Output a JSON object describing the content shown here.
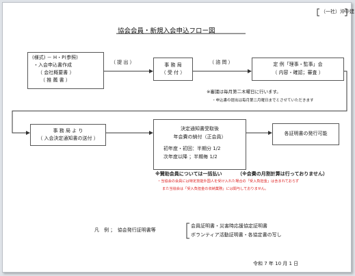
{
  "org": "（一社）沖中建",
  "title": "協会会員・新規入会申込フロー図",
  "step1": {
    "line1": "(様式) － H・P(参照)",
    "line2": "・入会申込書作成",
    "line3": "（ 会社概要書 ）",
    "line4": "（ 推 薦 書 ）"
  },
  "arrow1_label": "（ 提 出 ）",
  "step2": {
    "line1": "事 務 局",
    "line2": "（ 受 付 ）"
  },
  "arrow2_label": "（ 諮 問 ）",
  "step3": {
    "line1": "定 例「理事・監事」会",
    "line2": "（ 内容・確認；審査 ）"
  },
  "note1": "※審議は毎月第二木曜日に行います。",
  "note2": "・申込書の提出は毎月第二月曜日までとさせていただきます",
  "step4": {
    "line1": "事 務 局 よ り",
    "line2": "（ 入会決定通知書の送付 ）"
  },
  "step5": {
    "line1": "決定通知書受取後",
    "line2": "年会費の納付（正会員）",
    "line3": "初年度・初回：半期分 1/2",
    "line4": "次年度以降 ；半期毎 1/2"
  },
  "step6": "各証明書の発行可能",
  "support_note": "※賛助会員については一括払い",
  "support_note_b": "（※会費の月割計算は行っておりません）",
  "red_note1": "・当協会の会員には特定技能外国人を受け入れた場合の「受入負担金」は含まれておらず",
  "red_note2": "また当協会は「受入負担金の収納業務」には関与しておりません。",
  "legend_label": "凡　例 ；　協会発行証明書等",
  "legend_item1": "会員証明書・災害時応援協定証明書",
  "legend_item2": "ボランティア活動証明書・各協定書の写し",
  "date": "令和 7 年 10 月 1 日"
}
